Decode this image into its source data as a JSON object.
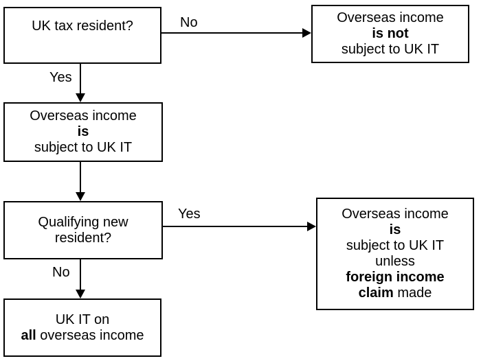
{
  "palette": {
    "ink": "#000000",
    "paper": "#ffffff"
  },
  "nodes": {
    "q_uk_resident": {
      "label": "UK tax resident?"
    },
    "not_subject": {
      "line1": "Overseas income",
      "line2": "is not",
      "line3": "subject to UK IT"
    },
    "is_subject": {
      "line1": "Overseas income",
      "line2": "is",
      "line3": "subject to UK IT"
    },
    "q_qualifying_new": {
      "line1": "Qualifying new",
      "line2": "resident?"
    },
    "uk_it_all": {
      "line1": "UK IT on",
      "line2_bold": "all",
      "line2_rest": " overseas income"
    },
    "subject_unless_claim": {
      "line1": "Overseas income",
      "line2": "is",
      "line3": "subject to UK IT",
      "line4": "unless",
      "line5": "foreign income",
      "line6_bold": "claim",
      "line6_rest": " made"
    }
  },
  "edges": {
    "q1_no": "No",
    "q1_yes": "Yes",
    "q2_yes": "Yes",
    "q2_no": "No"
  }
}
